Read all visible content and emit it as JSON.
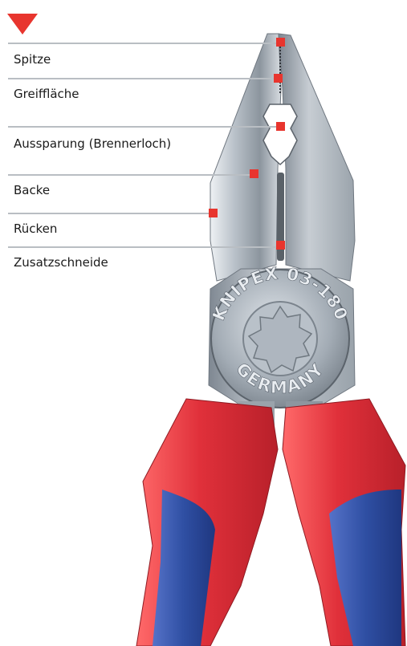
{
  "diagram": {
    "labels": [
      {
        "id": "spitze",
        "text": "Spitze"
      },
      {
        "id": "greifflaeche",
        "text": "Greiffläche"
      },
      {
        "id": "aussparung",
        "text": "Aussparung (Brennerloch)"
      },
      {
        "id": "backe",
        "text": "Backe"
      },
      {
        "id": "ruecken",
        "text": "Rücken"
      },
      {
        "id": "zusatzschneide",
        "text": "Zusatzschneide"
      }
    ],
    "engraving_top": "KNIPEX 03-180",
    "engraving_bottom": "GERMANY",
    "colors": {
      "accent": "#e8352e",
      "lines": "#b9bec3",
      "steel": "#9aa3ab",
      "handle_red": "#e0303a",
      "handle_blue": "#2f4fa3"
    }
  }
}
